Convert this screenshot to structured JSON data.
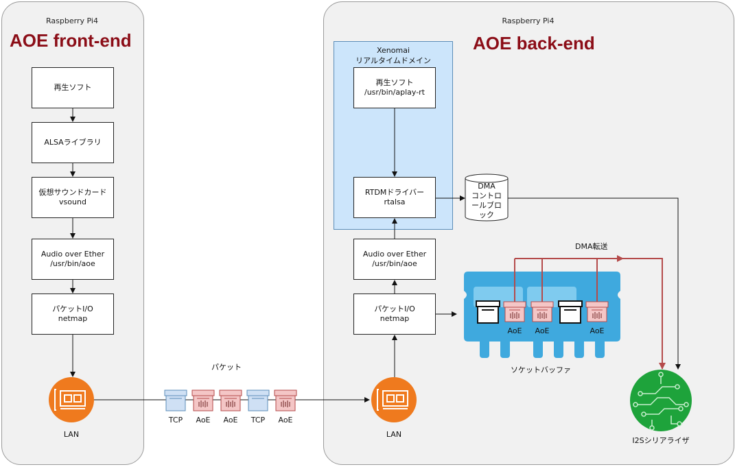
{
  "front": {
    "host_label": "Raspberry Pi4",
    "title": "AOE front-end",
    "boxes": [
      {
        "line1": "再生ソフト",
        "line2": ""
      },
      {
        "line1": "ALSAライブラリ",
        "line2": ""
      },
      {
        "line1": "仮想サウンドカード",
        "line2": "vsound"
      },
      {
        "line1": "Audio over Ether",
        "line2": "/usr/bin/aoe"
      },
      {
        "line1": "パケットI/O",
        "line2": "netmap"
      }
    ],
    "lan_label": "LAN"
  },
  "back": {
    "host_label": "Raspberry Pi4",
    "title": "AOE back-end",
    "xenomai": {
      "line1": "Xenomai",
      "line2": "リアルタイムドメイン"
    },
    "boxes": [
      {
        "line1": "再生ソフト",
        "line2": "/usr/bin/aplay-rt"
      },
      {
        "line1": "RTDMドライバー",
        "line2": "rtalsa"
      },
      {
        "line1": "Audio over Ether",
        "line2": "/usr/bin/aoe"
      },
      {
        "line1": "パケットI/O",
        "line2": "netmap"
      }
    ],
    "dma_block": {
      "line1": "DMA",
      "line2": "コントロ",
      "line3": "ールブロ",
      "line4": "ック"
    },
    "dma_transfer_label": "DMA転送",
    "socket_buffer_label": "ソケットバッファ",
    "buffer_slots": [
      "",
      "AoE",
      "AoE",
      "",
      "AoE"
    ],
    "lan_label": "LAN",
    "serializer_label": "I2Sシリアライザ"
  },
  "network": {
    "packet_label": "パケット",
    "packets": [
      "TCP",
      "AoE",
      "AoE",
      "TCP",
      "AoE"
    ]
  },
  "colors": {
    "title": "#8b0d17",
    "host_bg": "#f1f1f1",
    "xenomai_bg": "#cce5fb",
    "lan_orange": "#ef7a1e",
    "tcp_blue": "#cfe0f4",
    "aoe_pink": "#f4c6c6",
    "dma_red": "#b44a4a",
    "buffer_blue": "#3fa9de",
    "chip_green": "#1ea33b"
  }
}
